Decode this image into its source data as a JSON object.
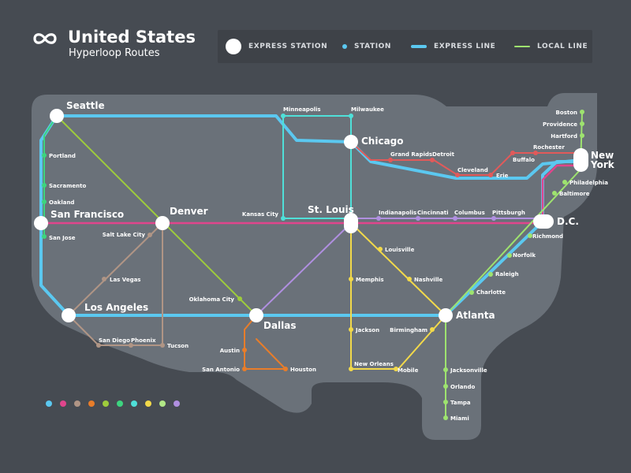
{
  "header": {
    "title": "United States",
    "subtitle": "Hyperloop Routes",
    "logo_icon": "infinity-icon"
  },
  "legend": {
    "express_station": "EXPRESS STATION",
    "station": "STATION",
    "express_line": "EXPRESS LINE",
    "local_line": "LOCAL LINE"
  },
  "colors": {
    "background": "#464b52",
    "land": "#6a7179",
    "express": "#5bc8f0",
    "local": "#9ee36f",
    "brand": "#ffffff"
  },
  "swatches": [
    "#5bc8f0",
    "#e0458c",
    "#b09585",
    "#e87d2a",
    "#9ecc3c",
    "#3dd47f",
    "#4fe0d9",
    "#f2d94a",
    "#b2e887",
    "#b08fe0"
  ],
  "express_stations": [
    {
      "id": "seattle",
      "label": "Seattle"
    },
    {
      "id": "sanfrancisco",
      "label": "San Francisco"
    },
    {
      "id": "denver",
      "label": "Denver"
    },
    {
      "id": "losangeles",
      "label": "Los Angeles"
    },
    {
      "id": "dallas",
      "label": "Dallas"
    },
    {
      "id": "stlouis",
      "label": "St. Louis"
    },
    {
      "id": "chicago",
      "label": "Chicago"
    },
    {
      "id": "atlanta",
      "label": "Atlanta"
    },
    {
      "id": "newyork",
      "label": "New York"
    },
    {
      "id": "dc",
      "label": "D.C."
    }
  ],
  "stations": [
    {
      "id": "portland",
      "label": "Portland"
    },
    {
      "id": "sacramento",
      "label": "Sacramento"
    },
    {
      "id": "oakland",
      "label": "Oakland"
    },
    {
      "id": "sanjose",
      "label": "San Jose"
    },
    {
      "id": "saltlakecity",
      "label": "Salt Lake City"
    },
    {
      "id": "lasvegas",
      "label": "Las Vegas"
    },
    {
      "id": "sandiego",
      "label": "San Diego"
    },
    {
      "id": "phoenix",
      "label": "Phoenix"
    },
    {
      "id": "tucson",
      "label": "Tucson"
    },
    {
      "id": "oklahomacity",
      "label": "Oklahoma City"
    },
    {
      "id": "austin",
      "label": "Austin"
    },
    {
      "id": "sanantonio",
      "label": "San Antonio"
    },
    {
      "id": "houston",
      "label": "Houston"
    },
    {
      "id": "minneapolis",
      "label": "Minneapolis"
    },
    {
      "id": "milwaukee",
      "label": "Milwaukee"
    },
    {
      "id": "kansascity",
      "label": "Kansas City"
    },
    {
      "id": "grandrapids",
      "label": "Grand Rapids"
    },
    {
      "id": "detroit",
      "label": "Detroit"
    },
    {
      "id": "cleveland",
      "label": "Cleveland"
    },
    {
      "id": "erie",
      "label": "Erie"
    },
    {
      "id": "buffalo",
      "label": "Buffalo"
    },
    {
      "id": "rochester",
      "label": "Rochester"
    },
    {
      "id": "boston",
      "label": "Boston"
    },
    {
      "id": "providence",
      "label": "Providence"
    },
    {
      "id": "hartford",
      "label": "Hartford"
    },
    {
      "id": "philadelphia",
      "label": "Philadelphia"
    },
    {
      "id": "baltimore",
      "label": "Baltimore"
    },
    {
      "id": "indianapolis",
      "label": "Indianapolis"
    },
    {
      "id": "cincinnati",
      "label": "Cincinnati"
    },
    {
      "id": "columbus",
      "label": "Columbus"
    },
    {
      "id": "pittsburgh",
      "label": "Pittsburgh"
    },
    {
      "id": "richmond",
      "label": "Richmond"
    },
    {
      "id": "norfolk",
      "label": "Norfolk"
    },
    {
      "id": "raleigh",
      "label": "Raleigh"
    },
    {
      "id": "charlotte",
      "label": "Charlotte"
    },
    {
      "id": "louisville",
      "label": "Louisville"
    },
    {
      "id": "memphis",
      "label": "Memphis"
    },
    {
      "id": "nashville",
      "label": "Nashville"
    },
    {
      "id": "jackson",
      "label": "Jackson"
    },
    {
      "id": "birmingham",
      "label": "Birmingham"
    },
    {
      "id": "neworleans",
      "label": "New Orleans"
    },
    {
      "id": "mobile",
      "label": "Mobile"
    },
    {
      "id": "jacksonville",
      "label": "Jacksonville"
    },
    {
      "id": "orlando",
      "label": "Orlando"
    },
    {
      "id": "tampa",
      "label": "Tampa"
    },
    {
      "id": "miami",
      "label": "Miami"
    }
  ]
}
